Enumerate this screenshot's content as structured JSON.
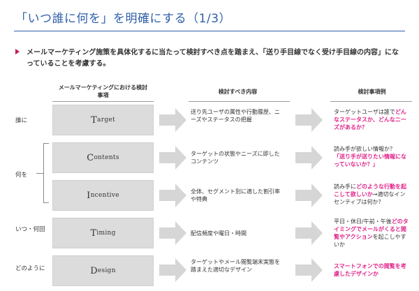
{
  "title": "「いつ誰に何を」を明確にする（1/3）",
  "intro": "メールマーケティング施策を具体化するに当たって検討すべき点を踏まえ、「送り手目線でなく受け手目線の内容」になっていることを考慮する。",
  "columns": {
    "items": "メールマーケティングにおける検討事項",
    "consider": "検討すべき内容",
    "examples": "検討事項例"
  },
  "row_labels": {
    "who": "誰に",
    "what": "何を",
    "when": "いつ・何回",
    "how": "どのように"
  },
  "rows": [
    {
      "cap": "T",
      "rest": "arget",
      "consider": "送り先ユーザの属性や行動履歴、ニーズやステータスの把握",
      "example_parts": [
        {
          "text": "ターゲットユーザは誰で",
          "hl": false
        },
        {
          "text": "どんなステータスか、どんなニーズがあるか？",
          "hl": true
        }
      ]
    },
    {
      "cap": "C",
      "rest": "ontents",
      "consider": "ターゲットの状態やニーズに即したコンテンツ",
      "example_parts": [
        {
          "text": "読み手が欲しい情報か？",
          "hl": false
        },
        {
          "text": "「送り手が送りたい情報になっていないか？」",
          "hl": true
        }
      ]
    },
    {
      "cap": "I",
      "rest": "ncentive",
      "consider": "全体、セグメント別に適した割引率や特典",
      "example_parts": [
        {
          "text": "読み手に",
          "hl": false
        },
        {
          "text": "どのような行動を起こして欲しいか",
          "hl": true
        },
        {
          "text": "→適切なインセンティブは何か？",
          "hl": false
        }
      ]
    },
    {
      "cap": "T",
      "rest": "iming",
      "consider": "配信頻度や曜日・時間",
      "example_parts": [
        {
          "text": "平日・休日/午前・午後",
          "hl": false
        },
        {
          "text": "どのタイミングでメールがくると閲覧やアクション",
          "hl": true
        },
        {
          "text": "を起こしやすいか",
          "hl": false
        }
      ]
    },
    {
      "cap": "D",
      "rest": "esign",
      "consider": "ターゲットやメール閲覧端末実態を踏まえた適切なデザイン",
      "example_parts": [
        {
          "text": "スマートフォンでの閲覧を考慮したデザインか",
          "hl": true
        }
      ]
    }
  ]
}
